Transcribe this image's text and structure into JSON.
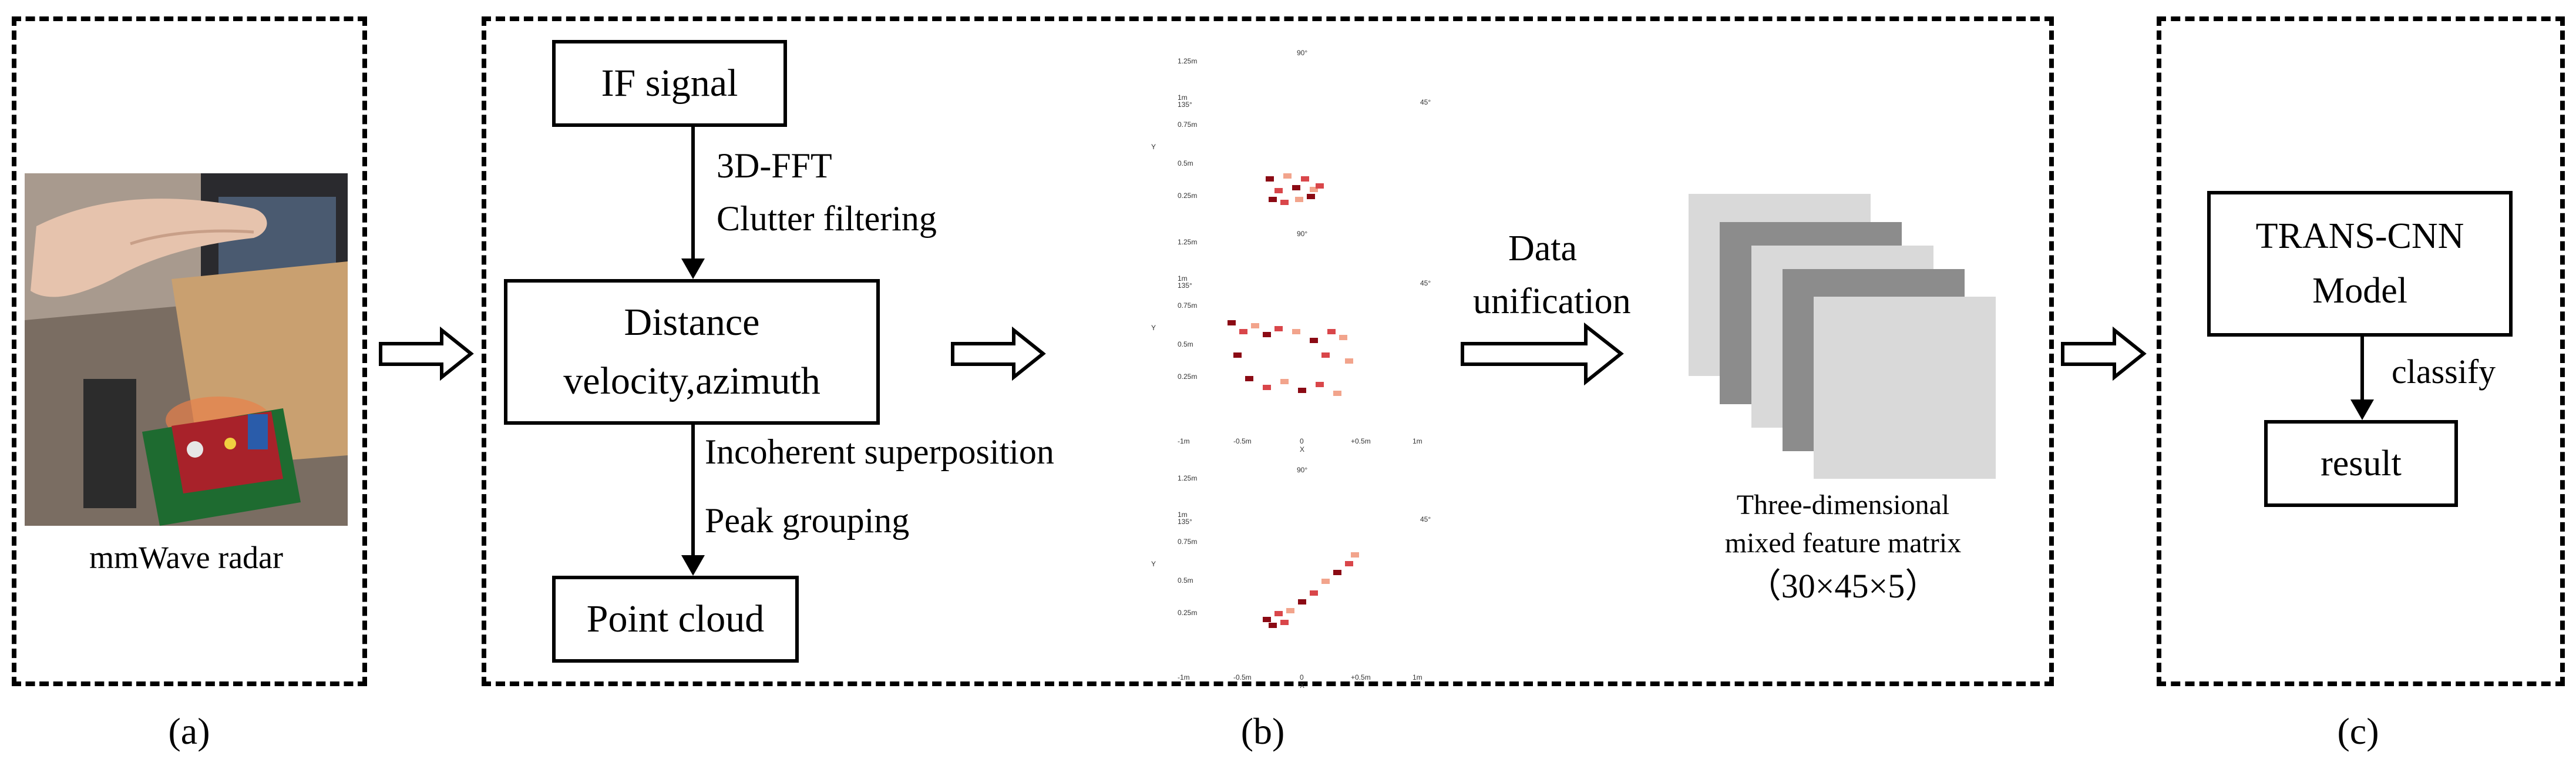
{
  "panels": {
    "a": {
      "caption": "(a)",
      "photo_label": "mmWave radar"
    },
    "b": {
      "caption": "(b)",
      "nodes": {
        "if_signal": "IF signal",
        "distance_line1": "Distance",
        "distance_line2": "velocity,azimuth",
        "point_cloud": "Point cloud"
      },
      "edge_labels": {
        "fft": "3D-FFT",
        "clutter": "Clutter filtering",
        "incoherent": "Incoherent superposition",
        "peak": "Peak grouping"
      },
      "plot_labels": {
        "tick_top": "1.25m",
        "tick_1m": "1m",
        "tick_075": "0.75m",
        "tick_05": "0.5m",
        "tick_025": "0.25m",
        "angle_90": "90°",
        "angle_135": "135°",
        "angle_45": "45°",
        "y_axis": "Y",
        "x_axis": "X",
        "x_neg1": "-1m",
        "x_neg05": "-0.5m",
        "x_0": "0",
        "x_pos05": "+0.5m",
        "x_pos1": "1m"
      },
      "unification_line1": "Data",
      "unification_line2": "unification",
      "matrix_line1": "Three-dimensional",
      "matrix_line2": "mixed feature matrix",
      "matrix_line3": "（30×45×5）"
    },
    "c": {
      "caption": "(c)",
      "model_line1": "TRANS-CNN",
      "model_line2": "Model",
      "classify": "classify",
      "result": "result"
    }
  },
  "colors": {
    "stroke": "#000000",
    "point_dark": "#8b0a14",
    "point_mid": "#d9464a",
    "point_light": "#f2a48c",
    "matrix_light": "#d9d9d9",
    "matrix_dark": "#8c8c8c"
  }
}
